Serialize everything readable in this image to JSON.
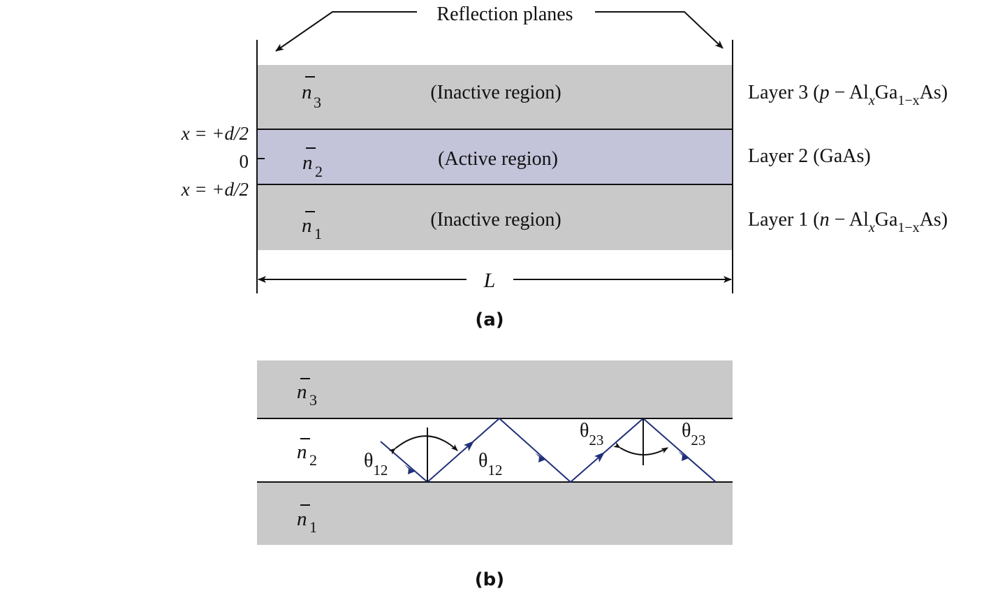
{
  "diagram_a": {
    "header": "Reflection planes",
    "regions": {
      "layer3": {
        "index_base": "n",
        "index_sub": "3",
        "region_label": "(Inactive  region)",
        "layer_main": "Layer 3 (",
        "layer_p": "p",
        "layer_sep": " − Al",
        "layer_x": "x",
        "layer_ga": "Ga",
        "layer_sub2": "1−x",
        "layer_end": "As)",
        "color": "#c9c9c9"
      },
      "layer2": {
        "index_base": "n",
        "index_sub": "2",
        "region_label": "(Active  region)",
        "layer_label": "Layer 2 (GaAs)",
        "color": "#c3c3da"
      },
      "layer1": {
        "index_base": "n",
        "index_sub": "1",
        "region_label": "(Inactive  region)",
        "layer_main": "Layer 1 (",
        "layer_p": "n",
        "layer_sep": " − Al",
        "layer_x": "x",
        "layer_ga": "Ga",
        "layer_sub2": "1−x",
        "layer_end": "As)",
        "color": "#c9c9c9"
      }
    },
    "axis": {
      "top_label": "x = +d/2",
      "zero_label": "0",
      "bottom_label": "x = +d/2"
    },
    "length_label": "L",
    "caption": "(a)"
  },
  "diagram_b": {
    "regions": {
      "top": {
        "index_base": "n",
        "index_sub": "3",
        "color": "#c9c9c9"
      },
      "middle": {
        "index_base": "n",
        "index_sub": "2",
        "color": "#ffffff"
      },
      "bottom": {
        "index_base": "n",
        "index_sub": "1",
        "color": "#c9c9c9"
      }
    },
    "angles": {
      "theta12_left": "θ",
      "theta12_left_sub": "12",
      "theta12_right": "θ",
      "theta12_right_sub": "12",
      "theta23_left": "θ",
      "theta23_left_sub": "23",
      "theta23_right": "θ",
      "theta23_right_sub": "23"
    },
    "ray_color": "#1f2f7a",
    "caption": "(b)"
  }
}
